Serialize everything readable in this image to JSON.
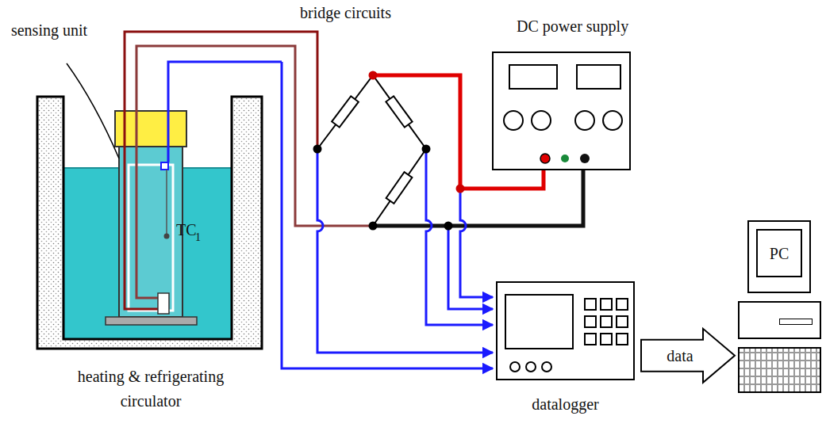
{
  "diagram": {
    "nodes": [
      {
        "text": [
          "DC power supply"
        ]
      },
      {
        "text": [
          "datalogger"
        ]
      },
      {
        "text": [
          "PC"
        ]
      }
    ],
    "edges": [
      {
        "from": 1,
        "to": 2,
        "arrow": "to",
        "label": "data"
      }
    ],
    "labels": [
      "sensing unit",
      "TC",
      "1",
      "bridge circuits",
      "heating & refrigerating circulator"
    ]
  }
}
